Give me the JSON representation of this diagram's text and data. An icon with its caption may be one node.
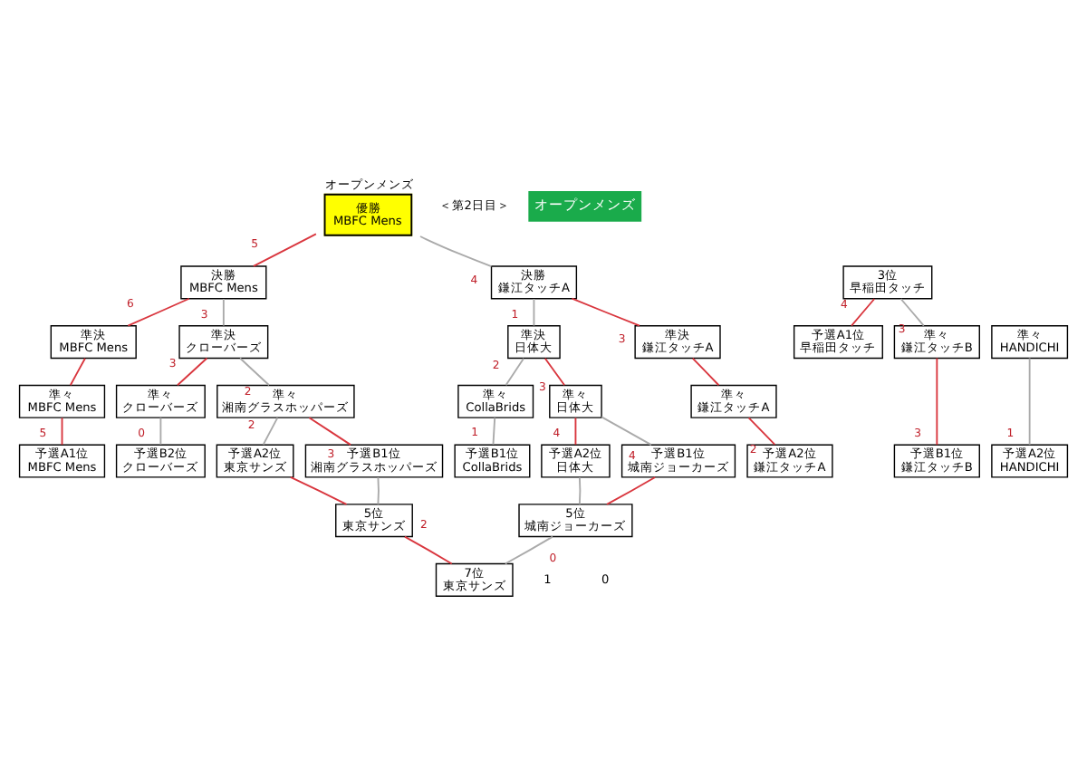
{
  "diagram": {
    "nodes": [
      {
        "text": [
          "優勝",
          "MBFC Mens"
        ],
        "beside": [
          "オープンメンズ"
        ]
      },
      {
        "text": [
          "決勝",
          "MBFC Mens"
        ]
      },
      {
        "text": [
          "決勝",
          "鎌江タッチA"
        ]
      },
      {
        "text": [
          "準決",
          "MBFC Mens"
        ]
      },
      {
        "text": [
          "準決",
          "クローバーズ"
        ]
      },
      {
        "text": [
          "準決",
          "日体大"
        ]
      },
      {
        "text": [
          "準決",
          "鎌江タッチA"
        ]
      },
      {
        "text": [
          "3位",
          "早稲田タッチ"
        ]
      },
      {
        "text": [
          "準々",
          "MBFC Mens"
        ]
      },
      {
        "text": [
          "準々",
          "クローバーズ"
        ]
      },
      {
        "text": [
          "準々",
          "湘南グラスホッパーズ"
        ]
      },
      {
        "text": [
          "準々",
          "日体大"
        ]
      },
      {
        "text": [
          "準々",
          "CollaBrids"
        ]
      },
      {
        "text": [
          "準々",
          "鎌江タッチA"
        ]
      },
      {
        "text": [
          "予選A1位",
          "早稲田タッチ"
        ]
      },
      {
        "text": [
          "準々",
          "HANDICHI"
        ]
      },
      {
        "text": [
          "準々",
          "鎌江タッチB"
        ]
      },
      {
        "text": [
          "予選A1位",
          "MBFC Mens"
        ]
      },
      {
        "text": [
          "予選B2位",
          "クローバーズ"
        ]
      },
      {
        "text": [
          "予選A2位",
          "東京サンズ"
        ]
      },
      {
        "text": [
          "予選B1位",
          "湘南グラスホッパーズ"
        ]
      },
      {
        "text": [
          "予選A2位",
          "日体大"
        ]
      },
      {
        "text": [
          "予選B1位",
          "城南ジョーカーズ"
        ]
      },
      {
        "text": [
          "予選A2位",
          "鎌江タッチA"
        ]
      },
      {
        "text": [
          "予選B1位",
          "CollaBrids"
        ]
      },
      {
        "text": [
          "予選A2位",
          "HANDICHI"
        ]
      },
      {
        "text": [
          "予選B1位",
          "鎌江タッチB"
        ]
      },
      {
        "text": [
          "5位",
          "東京サンズ"
        ]
      },
      {
        "text": [
          "5位",
          "城南ジョーカーズ"
        ]
      },
      {
        "text": [
          "7位",
          "東京サンズ"
        ]
      }
    ],
    "edges": [
      {
        "from": 1,
        "to": 0,
        "arrow": "none",
        "label": "5",
        "color": "#d9363e"
      },
      {
        "from": 2,
        "to": 0,
        "arrow": "none",
        "label": "4",
        "color": "#aaaaaa"
      },
      {
        "from": 3,
        "to": 1,
        "arrow": "none",
        "label": "6",
        "color": "#d9363e"
      },
      {
        "from": 4,
        "to": 1,
        "arrow": "none",
        "label": "3",
        "color": "#aaaaaa"
      },
      {
        "from": 5,
        "to": 2,
        "arrow": "none",
        "label": "1",
        "color": "#aaaaaa"
      },
      {
        "from": 6,
        "to": 2,
        "arrow": "none",
        "label": "3",
        "color": "#d9363e"
      },
      {
        "from": 8,
        "to": 3,
        "arrow": "none",
        "color": "#d9363e"
      },
      {
        "from": 9,
        "to": 4,
        "arrow": "none",
        "label": "3",
        "color": "#d9363e"
      },
      {
        "from": 10,
        "to": 4,
        "arrow": "none",
        "label": "2",
        "color": "#aaaaaa"
      },
      {
        "from": 11,
        "to": 5,
        "arrow": "none",
        "label": "3",
        "color": "#d9363e"
      },
      {
        "from": 12,
        "to": 5,
        "arrow": "none",
        "label": "2",
        "color": "#aaaaaa"
      },
      {
        "from": 13,
        "to": 6,
        "arrow": "none",
        "color": "#d9363e"
      },
      {
        "from": 14,
        "to": 7,
        "arrow": "none",
        "label": "4",
        "color": "#d9363e"
      },
      {
        "from": 16,
        "to": 7,
        "arrow": "none",
        "label": "3",
        "color": "#aaaaaa"
      },
      {
        "from": 17,
        "to": 8,
        "arrow": "none",
        "label": "5",
        "color": "#d9363e"
      },
      {
        "from": 18,
        "to": 9,
        "arrow": "none",
        "label": "0",
        "color": "#aaaaaa"
      },
      {
        "from": 19,
        "to": 10,
        "arrow": "none",
        "label": "2",
        "color": "#aaaaaa"
      },
      {
        "from": 20,
        "to": 10,
        "arrow": "none",
        "label": "3",
        "color": "#d9363e"
      },
      {
        "from": 21,
        "to": 11,
        "arrow": "none",
        "label": "4",
        "color": "#d9363e"
      },
      {
        "from": 22,
        "to": 11,
        "arrow": "none",
        "label": "4",
        "color": "#aaaaaa"
      },
      {
        "from": 23,
        "to": 13,
        "arrow": "none",
        "label": "2",
        "color": "#d9363e"
      },
      {
        "from": 24,
        "to": 12,
        "arrow": "none",
        "label": "1",
        "color": "#aaaaaa"
      },
      {
        "from": 25,
        "to": 15,
        "arrow": "none",
        "label": "1",
        "color": "#aaaaaa"
      },
      {
        "from": 26,
        "to": 16,
        "arrow": "none",
        "label": "3",
        "color": "#d9363e"
      },
      {
        "from": 19,
        "to": 27,
        "arrow": "none",
        "color": "#d9363e"
      },
      {
        "from": 20,
        "to": 27,
        "arrow": "none",
        "color": "#aaaaaa"
      },
      {
        "from": 21,
        "to": 28,
        "arrow": "none",
        "color": "#aaaaaa"
      },
      {
        "from": 22,
        "to": 28,
        "arrow": "none",
        "color": "#d9363e"
      },
      {
        "from": 27,
        "to": 29,
        "arrow": "none",
        "label": "2",
        "color": "#d9363e"
      },
      {
        "from": 28,
        "to": 29,
        "arrow": "none",
        "label": "0",
        "color": "#aaaaaa"
      }
    ],
    "labels": [
      "＜第2日目＞",
      "オープンメンズ",
      "1",
      "0"
    ]
  }
}
